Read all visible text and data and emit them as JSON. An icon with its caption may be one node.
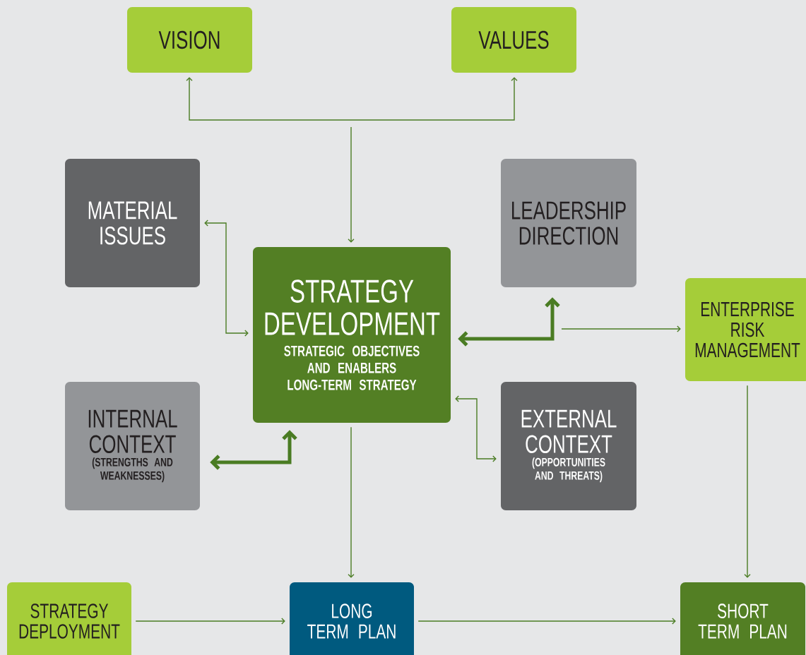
{
  "diagram": {
    "nodes": [
      {
        "text": [
          "VISION"
        ]
      },
      {
        "text": [
          "VALUES"
        ]
      },
      {
        "text": [
          "MATERIAL ISSUES"
        ]
      },
      {
        "text": [
          "LEADERSHIP DIRECTION"
        ]
      },
      {
        "text": [
          "STRATEGY DEVELOPMENT",
          "STRATEGIC OBJECTIVES AND ENABLERS",
          "LONG-TERM STRATEGY"
        ]
      },
      {
        "text": [
          "ENTERPRISE RISK MANAGEMENT"
        ]
      },
      {
        "text": [
          "INTERNAL CONTEXT",
          "(STRENGTHS AND WEAKNESSES)"
        ]
      },
      {
        "text": [
          "EXTERNAL CONTEXT",
          "(OPPORTUNITIES AND THREATS)"
        ]
      },
      {
        "text": [
          "STRATEGY DEPLOYMENT"
        ]
      },
      {
        "text": [
          "LONG TERM PLAN"
        ]
      },
      {
        "text": [
          "SHORT TERM PLAN"
        ]
      }
    ],
    "edges": [
      {
        "from": 0,
        "to": 1,
        "arrow": "both"
      },
      {
        "from": null,
        "to": 4,
        "arrow": "to"
      },
      {
        "from": 2,
        "to": 4,
        "arrow": "both"
      },
      {
        "from": 3,
        "to": 4,
        "arrow": "both",
        "style": "thick"
      },
      {
        "from": null,
        "to": 5,
        "arrow": "to"
      },
      {
        "from": 6,
        "to": 4,
        "arrow": "both",
        "style": "thick"
      },
      {
        "from": 4,
        "to": 7,
        "arrow": "both"
      },
      {
        "from": 4,
        "to": 9,
        "arrow": "to"
      },
      {
        "from": 5,
        "to": 10,
        "arrow": "to"
      },
      {
        "from": 8,
        "to": 9,
        "arrow": "to"
      },
      {
        "from": 9,
        "to": 10,
        "arrow": "to"
      }
    ]
  }
}
